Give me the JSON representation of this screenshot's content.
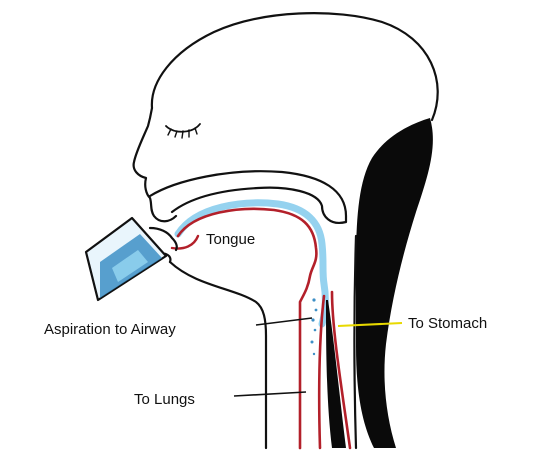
{
  "diagram": {
    "labels": {
      "tongue": "Tongue",
      "aspiration": "Aspiration to Airway",
      "stomach": "To Stomach",
      "lungs": "To Lungs"
    },
    "colors": {
      "outline": "#111111",
      "airway": "#b3202a",
      "fluid": "#8fd0ee",
      "fluid_dark": "#3d8fc6",
      "spine": "#0a0a0a",
      "stomach_pointer": "#e8d900",
      "background": "#ffffff"
    }
  }
}
